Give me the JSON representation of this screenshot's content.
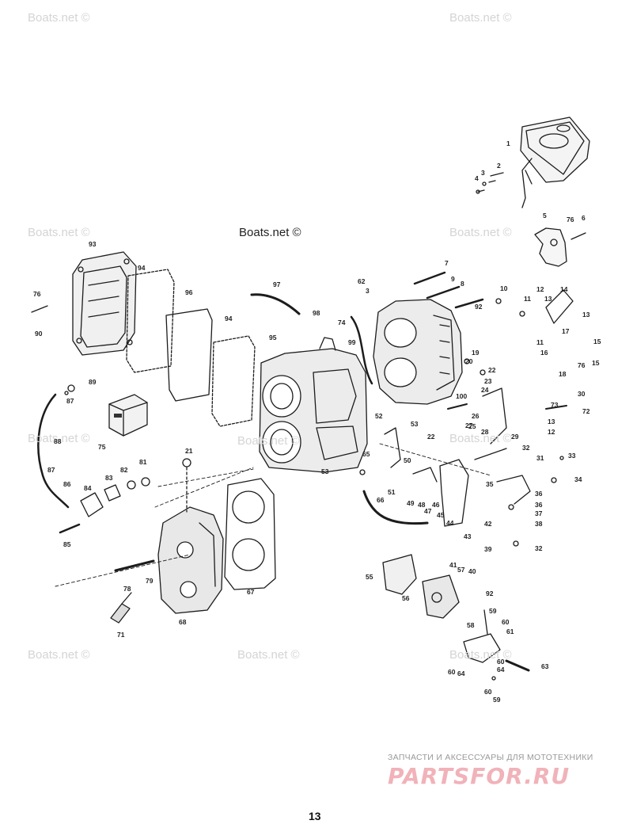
{
  "watermarks": [
    "Boats.net ©",
    "Boats.net ©",
    "Boats.net ©",
    "Boats.net ©",
    "Boats.net ©",
    "Boats.net ©",
    "Boats.net ©",
    "Boats.net ©",
    "Boats.net ©",
    "Boats.net ©"
  ],
  "watermark_center": "Boats.net ©",
  "page_number": "13",
  "banner": {
    "caption": "ЗАПЧАСТИ И АКСЕССУАРЫ ДЛЯ МОТОТЕХНИКИ",
    "logo_text": "PARTSFOR.RU"
  },
  "parts_labels": [
    "1",
    "2",
    "3",
    "4",
    "5",
    "76",
    "6",
    "93",
    "94",
    "96",
    "97",
    "62",
    "3",
    "7",
    "9",
    "8",
    "92",
    "10",
    "12",
    "14",
    "11",
    "13",
    "13",
    "76",
    "90",
    "98",
    "94",
    "95",
    "74",
    "99",
    "17",
    "11",
    "16",
    "15",
    "18",
    "76",
    "15",
    "19",
    "20",
    "22",
    "89",
    "87",
    "23",
    "24",
    "100",
    "30",
    "73",
    "72",
    "52",
    "53",
    "26",
    "25",
    "13",
    "12",
    "75",
    "88",
    "22",
    "28",
    "27",
    "29",
    "21",
    "65",
    "50",
    "53",
    "32",
    "31",
    "33",
    "87",
    "86",
    "84",
    "83",
    "82",
    "81",
    "51",
    "49",
    "48",
    "46",
    "45",
    "47",
    "36",
    "35",
    "34",
    "66",
    "44",
    "42",
    "37",
    "36",
    "38",
    "85",
    "43",
    "39",
    "32",
    "41",
    "57",
    "40",
    "55",
    "56",
    "78",
    "79",
    "67",
    "92",
    "68",
    "71",
    "59",
    "60",
    "58",
    "61",
    "60",
    "64",
    "60",
    "64",
    "63",
    "60",
    "59"
  ]
}
